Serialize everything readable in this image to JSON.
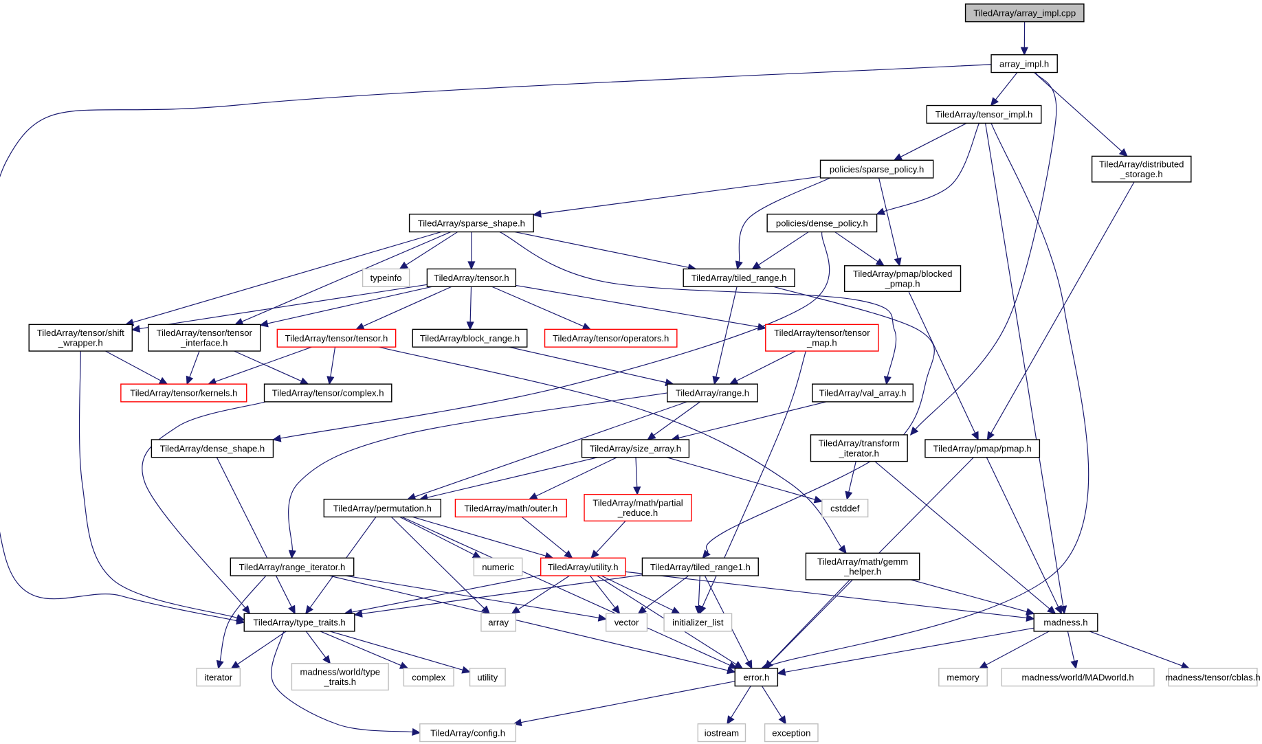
{
  "title": "Include dependency graph for TiledArray/array_impl.cpp",
  "colors": {
    "edge": "#191970",
    "node_border": "#000000",
    "root_fill": "#bfbfbf",
    "truncated_border": "#ff0000",
    "system_border": "#bfbfbf",
    "text": "#000000"
  },
  "nodes": [
    {
      "id": "root",
      "label": [
        "TiledArray/array_impl.cpp"
      ],
      "kind": "root"
    },
    {
      "id": "array_impl",
      "label": [
        "array_impl.h"
      ],
      "kind": "normal"
    },
    {
      "id": "tensor_impl",
      "label": [
        "TiledArray/tensor_impl.h"
      ],
      "kind": "normal"
    },
    {
      "id": "distributed_storage",
      "label": [
        "TiledArray/distributed",
        "_storage.h"
      ],
      "kind": "normal"
    },
    {
      "id": "sparse_policy",
      "label": [
        "policies/sparse_policy.h"
      ],
      "kind": "normal"
    },
    {
      "id": "sparse_shape",
      "label": [
        "TiledArray/sparse_shape.h"
      ],
      "kind": "normal"
    },
    {
      "id": "dense_policy",
      "label": [
        "policies/dense_policy.h"
      ],
      "kind": "normal"
    },
    {
      "id": "typeinfo",
      "label": [
        "typeinfo"
      ],
      "kind": "system"
    },
    {
      "id": "tensor_h",
      "label": [
        "TiledArray/tensor.h"
      ],
      "kind": "normal"
    },
    {
      "id": "tiled_range",
      "label": [
        "TiledArray/tiled_range.h"
      ],
      "kind": "normal"
    },
    {
      "id": "blocked_pmap",
      "label": [
        "TiledArray/pmap/blocked",
        "_pmap.h"
      ],
      "kind": "normal"
    },
    {
      "id": "shift_wrapper",
      "label": [
        "TiledArray/tensor/shift",
        "_wrapper.h"
      ],
      "kind": "normal"
    },
    {
      "id": "tensor_interface",
      "label": [
        "TiledArray/tensor/tensor",
        "_interface.h"
      ],
      "kind": "normal"
    },
    {
      "id": "tensor_tensor",
      "label": [
        "TiledArray/tensor/tensor.h"
      ],
      "kind": "truncated"
    },
    {
      "id": "block_range",
      "label": [
        "TiledArray/block_range.h"
      ],
      "kind": "normal"
    },
    {
      "id": "operators",
      "label": [
        "TiledArray/tensor/operators.h"
      ],
      "kind": "truncated"
    },
    {
      "id": "tensor_map",
      "label": [
        "TiledArray/tensor/tensor",
        "_map.h"
      ],
      "kind": "truncated"
    },
    {
      "id": "kernels",
      "label": [
        "TiledArray/tensor/kernels.h"
      ],
      "kind": "truncated"
    },
    {
      "id": "complex_h",
      "label": [
        "TiledArray/tensor/complex.h"
      ],
      "kind": "normal"
    },
    {
      "id": "range",
      "label": [
        "TiledArray/range.h"
      ],
      "kind": "normal"
    },
    {
      "id": "val_array",
      "label": [
        "TiledArray/val_array.h"
      ],
      "kind": "normal"
    },
    {
      "id": "dense_shape",
      "label": [
        "TiledArray/dense_shape.h"
      ],
      "kind": "normal"
    },
    {
      "id": "size_array",
      "label": [
        "TiledArray/size_array.h"
      ],
      "kind": "normal"
    },
    {
      "id": "transform_iterator",
      "label": [
        "TiledArray/transform",
        "_iterator.h"
      ],
      "kind": "normal"
    },
    {
      "id": "pmap",
      "label": [
        "TiledArray/pmap/pmap.h"
      ],
      "kind": "normal"
    },
    {
      "id": "permutation",
      "label": [
        "TiledArray/permutation.h"
      ],
      "kind": "normal"
    },
    {
      "id": "outer",
      "label": [
        "TiledArray/math/outer.h"
      ],
      "kind": "truncated"
    },
    {
      "id": "partial_reduce",
      "label": [
        "TiledArray/math/partial",
        "_reduce.h"
      ],
      "kind": "truncated"
    },
    {
      "id": "cstddef",
      "label": [
        "cstddef"
      ],
      "kind": "system"
    },
    {
      "id": "numeric",
      "label": [
        "numeric"
      ],
      "kind": "system"
    },
    {
      "id": "utility_h",
      "label": [
        "TiledArray/utility.h"
      ],
      "kind": "truncated"
    },
    {
      "id": "tiled_range1",
      "label": [
        "TiledArray/tiled_range1.h"
      ],
      "kind": "normal"
    },
    {
      "id": "gemm_helper",
      "label": [
        "TiledArray/math/gemm",
        "_helper.h"
      ],
      "kind": "normal"
    },
    {
      "id": "range_iterator",
      "label": [
        "TiledArray/range_iterator.h"
      ],
      "kind": "normal"
    },
    {
      "id": "type_traits",
      "label": [
        "TiledArray/type_traits.h"
      ],
      "kind": "normal"
    },
    {
      "id": "array",
      "label": [
        "array"
      ],
      "kind": "system"
    },
    {
      "id": "vector",
      "label": [
        "vector"
      ],
      "kind": "system"
    },
    {
      "id": "initializer_list",
      "label": [
        "initializer_list"
      ],
      "kind": "system"
    },
    {
      "id": "madness",
      "label": [
        "madness.h"
      ],
      "kind": "normal"
    },
    {
      "id": "iterator",
      "label": [
        "iterator"
      ],
      "kind": "system"
    },
    {
      "id": "mad_type_traits",
      "label": [
        "madness/world/type",
        "_traits.h"
      ],
      "kind": "system"
    },
    {
      "id": "complex",
      "label": [
        "complex"
      ],
      "kind": "system"
    },
    {
      "id": "utility",
      "label": [
        "utility"
      ],
      "kind": "system"
    },
    {
      "id": "error",
      "label": [
        "error.h"
      ],
      "kind": "normal"
    },
    {
      "id": "memory",
      "label": [
        "memory"
      ],
      "kind": "system"
    },
    {
      "id": "madworld",
      "label": [
        "madness/world/MADworld.h"
      ],
      "kind": "system"
    },
    {
      "id": "cblas",
      "label": [
        "madness/tensor/cblas.h"
      ],
      "kind": "system"
    },
    {
      "id": "config",
      "label": [
        "TiledArray/config.h"
      ],
      "kind": "system"
    },
    {
      "id": "iostream",
      "label": [
        "iostream"
      ],
      "kind": "system"
    },
    {
      "id": "exception",
      "label": [
        "exception"
      ],
      "kind": "system"
    }
  ],
  "edges": [
    [
      "root",
      "array_impl"
    ],
    [
      "array_impl",
      "tensor_impl"
    ],
    [
      "array_impl",
      "type_traits"
    ],
    [
      "array_impl",
      "transform_iterator"
    ],
    [
      "array_impl",
      "distributed_storage"
    ],
    [
      "tensor_impl",
      "sparse_policy"
    ],
    [
      "tensor_impl",
      "dense_policy"
    ],
    [
      "tensor_impl",
      "error"
    ],
    [
      "tensor_impl",
      "madness"
    ],
    [
      "distributed_storage",
      "pmap"
    ],
    [
      "sparse_policy",
      "sparse_shape"
    ],
    [
      "sparse_policy",
      "tiled_range"
    ],
    [
      "sparse_policy",
      "blocked_pmap"
    ],
    [
      "dense_policy",
      "tiled_range"
    ],
    [
      "dense_policy",
      "blocked_pmap"
    ],
    [
      "dense_policy",
      "dense_shape"
    ],
    [
      "sparse_shape",
      "shift_wrapper"
    ],
    [
      "sparse_shape",
      "tensor_interface"
    ],
    [
      "sparse_shape",
      "typeinfo"
    ],
    [
      "sparse_shape",
      "tensor_h"
    ],
    [
      "sparse_shape",
      "tiled_range"
    ],
    [
      "sparse_shape",
      "val_array"
    ],
    [
      "tensor_h",
      "shift_wrapper"
    ],
    [
      "tensor_h",
      "tensor_interface"
    ],
    [
      "tensor_h",
      "tensor_tensor"
    ],
    [
      "tensor_h",
      "block_range"
    ],
    [
      "tensor_h",
      "operators"
    ],
    [
      "tensor_h",
      "tensor_map"
    ],
    [
      "tiled_range",
      "range"
    ],
    [
      "tiled_range",
      "tiled_range1"
    ],
    [
      "blocked_pmap",
      "pmap"
    ],
    [
      "shift_wrapper",
      "kernels"
    ],
    [
      "shift_wrapper",
      "type_traits"
    ],
    [
      "tensor_interface",
      "kernels"
    ],
    [
      "tensor_interface",
      "complex_h"
    ],
    [
      "tensor_tensor",
      "kernels"
    ],
    [
      "tensor_tensor",
      "complex_h"
    ],
    [
      "tensor_tensor",
      "gemm_helper"
    ],
    [
      "block_range",
      "range"
    ],
    [
      "tensor_map",
      "range"
    ],
    [
      "tensor_map",
      "initializer_list"
    ],
    [
      "complex_h",
      "type_traits"
    ],
    [
      "range",
      "size_array"
    ],
    [
      "range",
      "permutation"
    ],
    [
      "range",
      "range_iterator"
    ],
    [
      "val_array",
      "size_array"
    ],
    [
      "dense_shape",
      "type_traits"
    ],
    [
      "size_array",
      "permutation"
    ],
    [
      "size_array",
      "outer"
    ],
    [
      "size_array",
      "partial_reduce"
    ],
    [
      "size_array",
      "cstddef"
    ],
    [
      "transform_iterator",
      "cstddef"
    ],
    [
      "transform_iterator",
      "madness"
    ],
    [
      "pmap",
      "error"
    ],
    [
      "pmap",
      "madness"
    ],
    [
      "permutation",
      "type_traits"
    ],
    [
      "permutation",
      "numeric"
    ],
    [
      "permutation",
      "utility_h"
    ],
    [
      "permutation",
      "array"
    ],
    [
      "permutation",
      "error"
    ],
    [
      "outer",
      "utility_h"
    ],
    [
      "partial_reduce",
      "utility_h"
    ],
    [
      "range_iterator",
      "iterator"
    ],
    [
      "range_iterator",
      "vector"
    ],
    [
      "range_iterator",
      "error"
    ],
    [
      "utility_h",
      "type_traits"
    ],
    [
      "utility_h",
      "array"
    ],
    [
      "utility_h",
      "vector"
    ],
    [
      "utility_h",
      "initializer_list"
    ],
    [
      "utility_h",
      "error"
    ],
    [
      "utility_h",
      "madness"
    ],
    [
      "tiled_range1",
      "type_traits"
    ],
    [
      "tiled_range1",
      "vector"
    ],
    [
      "tiled_range1",
      "initializer_list"
    ],
    [
      "tiled_range1",
      "error"
    ],
    [
      "gemm_helper",
      "error"
    ],
    [
      "gemm_helper",
      "madness"
    ],
    [
      "type_traits",
      "iterator"
    ],
    [
      "type_traits",
      "mad_type_traits"
    ],
    [
      "type_traits",
      "complex"
    ],
    [
      "type_traits",
      "utility"
    ],
    [
      "type_traits",
      "config"
    ],
    [
      "madness",
      "error"
    ],
    [
      "madness",
      "memory"
    ],
    [
      "madness",
      "madworld"
    ],
    [
      "madness",
      "cblas"
    ],
    [
      "error",
      "config"
    ],
    [
      "error",
      "iostream"
    ],
    [
      "error",
      "exception"
    ]
  ]
}
